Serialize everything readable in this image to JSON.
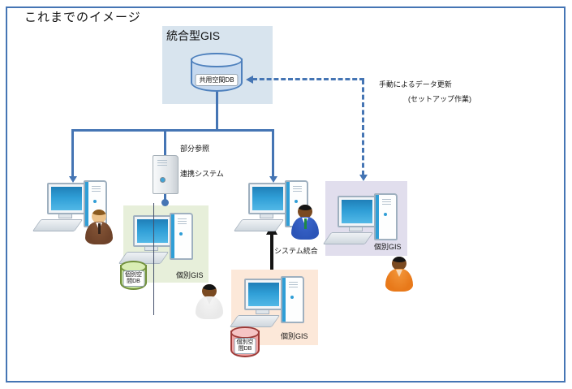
{
  "title": "これまでのイメージ",
  "integrated_gis": {
    "label": "統合型GIS",
    "db_label": "共用空間DB"
  },
  "annotations": {
    "manual_update_line1": "手動によるデータ更新",
    "manual_update_line2": "(セットアップ作業)",
    "partial_reference": "部分参照",
    "linked_system": "連携システム",
    "system_integration": "システム統合"
  },
  "individual_systems": {
    "green": {
      "gis_label": "個別GIS",
      "db_label_line1": "個別空",
      "db_label_line2": "間DB"
    },
    "orange": {
      "gis_label": "個別GIS",
      "db_label_line1": "個別空",
      "db_label_line2": "間DB"
    },
    "purple": {
      "gis_label": "個別GIS"
    }
  },
  "colors": {
    "connector_blue": "#4575b4",
    "integrated_panel": "#d8e4ee",
    "green_panel": "#e7efda",
    "purple_panel": "#e1deed",
    "orange_panel": "#fce8d9",
    "shared_db_fill": "#c6d9ef",
    "shared_db_cap": "#dde9f6",
    "shared_db_border": "#4f81bd",
    "green_db_fill": "#c7e49b",
    "green_db_border": "#71903b",
    "red_db_fill": "#efa3a3",
    "red_db_border": "#9e3b38"
  }
}
